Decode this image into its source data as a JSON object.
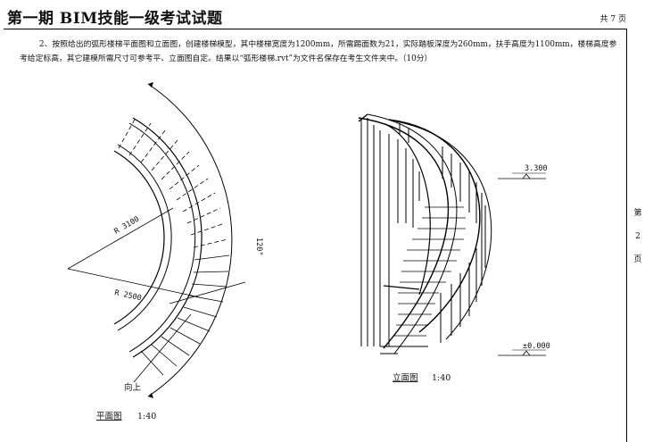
{
  "header": {
    "title": "第一期 BIM技能一级考试试题",
    "total_pages": "共 7 页"
  },
  "side": {
    "page_label": [
      "第",
      "2",
      "页"
    ]
  },
  "question": {
    "text": "2、按照给出的弧形楼梯平面图和立面图，创建楼梯模型，其中楼梯宽度为1200mm，所需踢面数为21，实际踏板深度为260mm，扶手高度为1100mm，楼梯高度参考给定标高，其它建模所需尺寸可参考平、立面图自定。结果以“弧形楼梯.rvt”为文件名保存在考生文件夹中。（10分）"
  },
  "plan": {
    "radius_outer": "R 3100",
    "radius_inner": "R 2500",
    "angle": "120°",
    "up_label": "向上",
    "caption": "平面图",
    "scale": "1:40"
  },
  "elevation": {
    "level_top": "3.300",
    "level_bottom": "±0.000",
    "caption": "立面图",
    "scale": "1:40"
  }
}
